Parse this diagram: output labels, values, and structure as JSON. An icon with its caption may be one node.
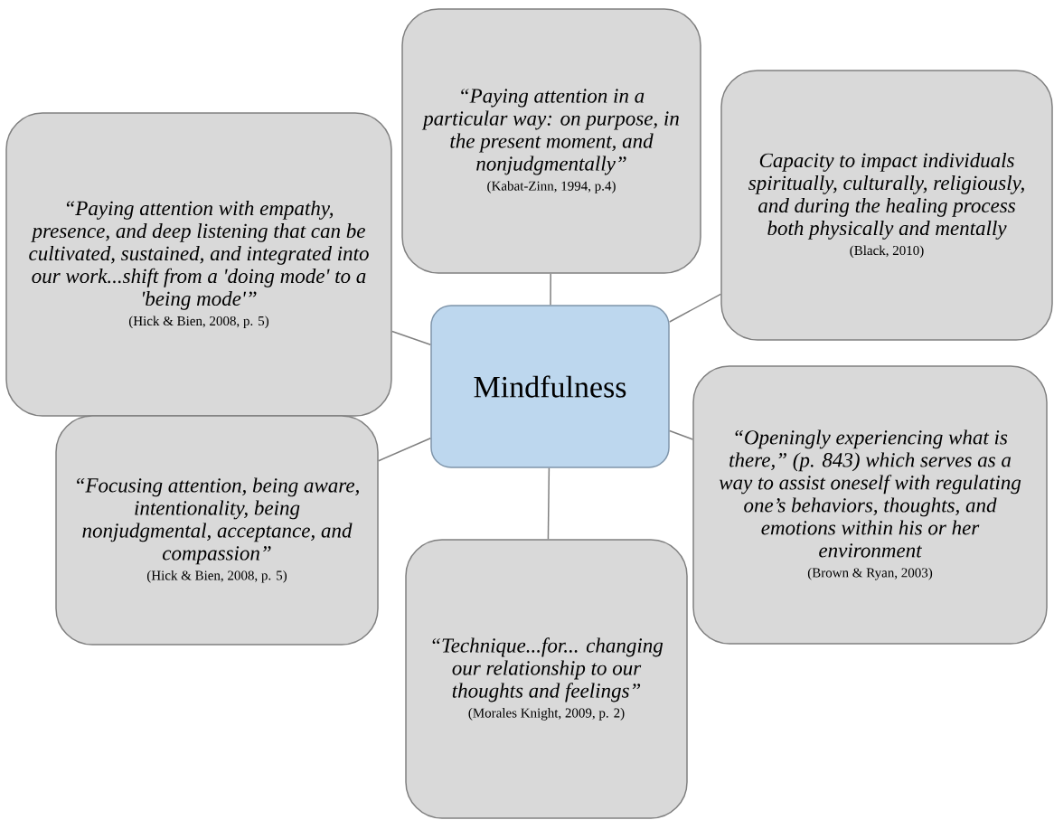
{
  "diagram": {
    "nodes": [
      {
        "text": [
          "Mindfulness"
        ]
      },
      {
        "text": [
          "“Paying attention in a particular way: on purpose, in the present moment, and nonjudgmentally”",
          "(Kabat-Zinn, 1994, p.4)"
        ]
      },
      {
        "text": [
          "“Paying attention with empathy, presence, and deep listening that can be cultivated, sustained, and integrated into our work...shift from a 'doing mode' to a 'being mode'”",
          "(Hick & Bien, 2008, p. 5)"
        ]
      },
      {
        "text": [
          "Capacity to impact individuals spiritually, culturally, religiously, and during the healing process both physically and mentally",
          "(Black, 2010)"
        ]
      },
      {
        "text": [
          "“Openingly experiencing what is there,” (p. 843) which serves as a way to assist oneself with regulating one’s behaviors, thoughts, and emotions within his or her environment",
          "(Brown & Ryan, 2003)"
        ]
      },
      {
        "text": [
          "“Focusing attention, being aware, intentionality, being nonjudgmental, acceptance, and compassion”",
          "(Hick & Bien, 2008, p. 5)"
        ]
      },
      {
        "text": [
          "“Technique...for... changing our relationship to our thoughts and feelings”",
          "(Morales Knight, 2009, p. 2)"
        ]
      }
    ],
    "edges": [
      {
        "from": 0,
        "to": 1,
        "arrow": "none"
      },
      {
        "from": 0,
        "to": 2,
        "arrow": "none"
      },
      {
        "from": 0,
        "to": 3,
        "arrow": "none"
      },
      {
        "from": 0,
        "to": 4,
        "arrow": "none"
      },
      {
        "from": 0,
        "to": 5,
        "arrow": "none"
      },
      {
        "from": 0,
        "to": 6,
        "arrow": "none"
      }
    ]
  }
}
